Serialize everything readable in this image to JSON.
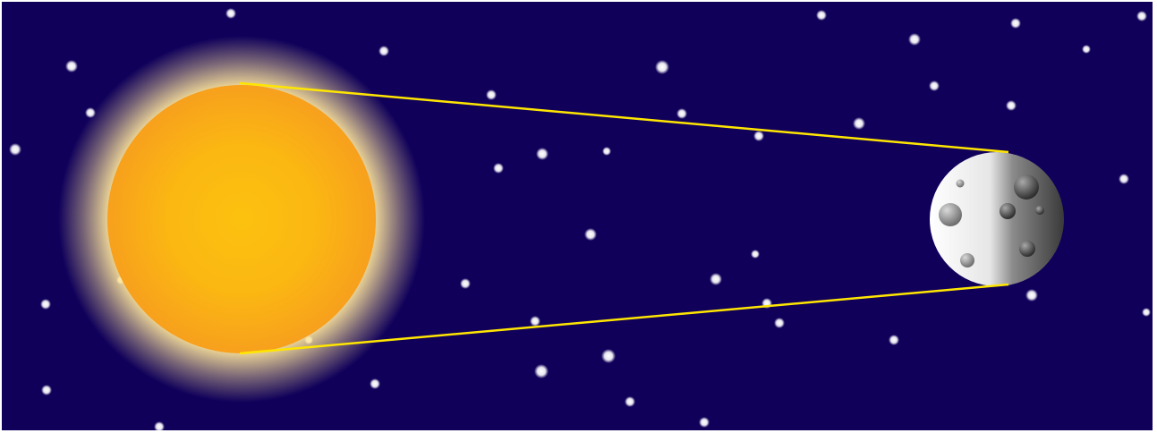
{
  "diagram": {
    "type": "illustration",
    "subject": "sun-moon-light-rays",
    "elements": [
      "sun",
      "moon",
      "upper-ray",
      "lower-ray",
      "starfield"
    ]
  },
  "colors": {
    "sky": "#10005a",
    "border": "#ffffff",
    "sun_core": "#fcc10f",
    "sun_edge": "#f7a01d",
    "sun_glow": "#fce49a",
    "ray": "#ffe600",
    "moon_light": "#ffffff",
    "moon_shadow": "#3a3a3a",
    "star": "#ffffff"
  },
  "moon": {
    "phase": "waxing-gibbous",
    "illuminated_side": "left",
    "crater_count": 7
  },
  "stars": {
    "count": 52
  }
}
